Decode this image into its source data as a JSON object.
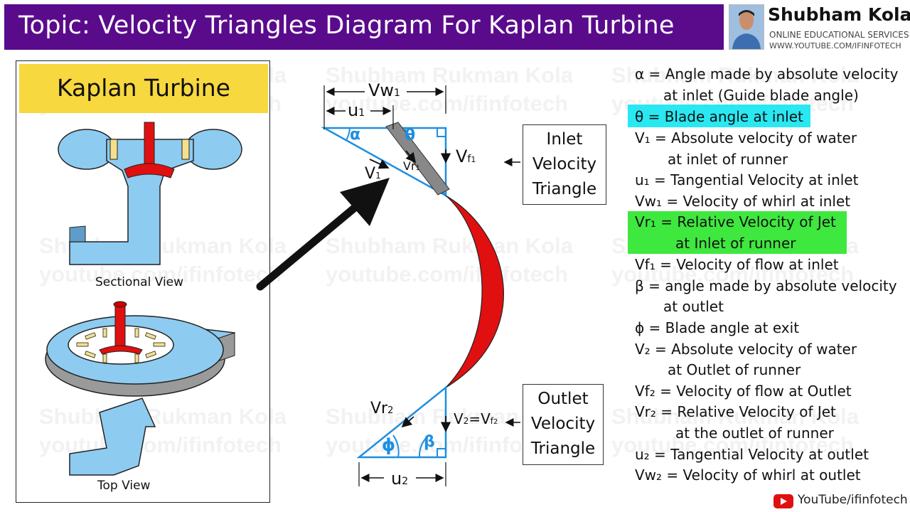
{
  "header": {
    "title": "Topic: Velocity Triangles Diagram For Kaplan Turbine",
    "brand_name": "Shubham Kola",
    "brand_sub1": "ONLINE EDUCATIONAL SERVICES",
    "brand_sub2": "WWW.YOUTUBE.COM/IFINFOTECH"
  },
  "watermark": {
    "line1": "Shubham Rukman Kola",
    "line2": "youtube.com/ifinfotech"
  },
  "left_panel": {
    "title": "Kaplan Turbine",
    "caption_sectional": "Sectional View",
    "caption_top": "Top View"
  },
  "diagram": {
    "vw1": "Vw",
    "vw1_sub": "1",
    "u1": "u",
    "u1_sub": "1",
    "alpha": "α",
    "theta": "θ",
    "v1": "V",
    "v1_sub": "1",
    "vr1": "Vr",
    "vr1_sub": "1",
    "vf1": "V",
    "vf1_sub": "f",
    "vf1_sub2": "1",
    "vr2": "Vr",
    "vr2_sub": "2",
    "v2": "V",
    "v2_sub": "2",
    "v2_eq": "=V",
    "vf2_sub": "f",
    "vf2_sub2": "2",
    "phi": "ϕ",
    "beta": "β",
    "u2": "u",
    "u2_sub": "2",
    "inlet_box": [
      "Inlet",
      "Velocity",
      "Triangle"
    ],
    "outlet_box": [
      "Outlet",
      "Velocity",
      "Triangle"
    ]
  },
  "definitions": [
    "α = Angle made by absolute velocity",
    "at inlet (Guide blade angle)",
    "θ = Blade angle at inlet",
    "V₁  = Absolute velocity of water",
    "at inlet of runner",
    "u₁ = Tangential Velocity at inlet",
    "Vw₁  = Velocity of whirl at inlet",
    "Vr₁  = Relative Velocity of Jet",
    "at Inlet of runner",
    "Vf₁ = Velocity of flow at inlet",
    "β = angle made by absolute velocity",
    "at outlet",
    "ϕ = Blade angle at exit",
    "V₂  = Absolute velocity of water",
    "at Outlet of runner",
    "Vf₂  = Velocity of flow at Outlet",
    "Vr₂  = Relative Velocity of Jet",
    "at the outlet of runner",
    "u₂  = Tangential Velocity at outlet",
    "Vw₂  = Velocity of whirl at outlet"
  ],
  "footer": {
    "youtube": "YouTube/ifinfotech"
  },
  "colors": {
    "title_bar": "#5a0b8c",
    "kaplan_label": "#f7d83e",
    "triangle": "#1e8fe0",
    "turbine_body": "#8ecbf0",
    "runner": "#e01010",
    "highlight_cyan": "#29e8f2",
    "highlight_green": "#3fe83f"
  }
}
